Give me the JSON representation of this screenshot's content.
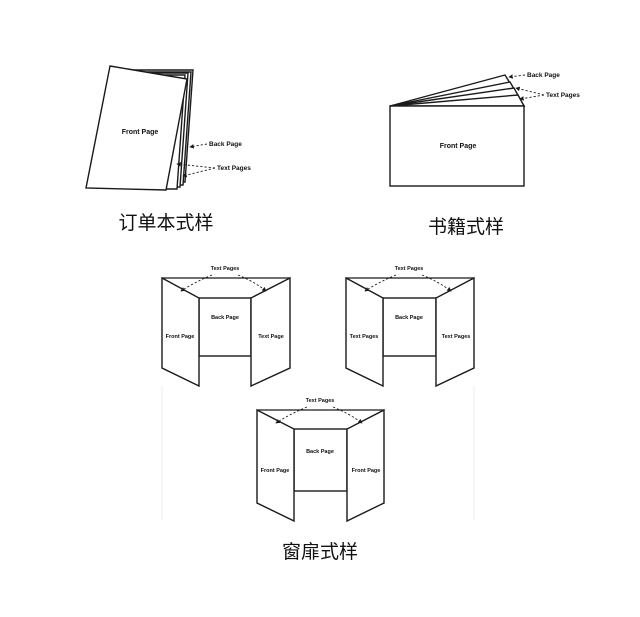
{
  "diagram": {
    "order_style": {
      "front_label": "Front Page",
      "back_label": "Back Page",
      "text_label": "Text Pages",
      "caption": "订单本式样"
    },
    "book_style": {
      "front_label": "Front Page",
      "back_label": "Back Page",
      "text_label": "Text Pages",
      "caption": "书籍式样"
    },
    "window_style": {
      "panel_left": {
        "text_label": "Text Pages",
        "back_label": "Back Page",
        "front_label": "Front Page",
        "right_label": "Text Page"
      },
      "panel_right": {
        "text_label": "Text Pages",
        "back_label": "Back Page",
        "left_label": "Text Pages",
        "right_label": "Text Pages"
      },
      "panel_bottom": {
        "text_label": "Text Pages",
        "back_label": "Back Page",
        "left_label": "Front Page",
        "right_label": "Front Page"
      },
      "caption": "窗扉式样"
    }
  }
}
